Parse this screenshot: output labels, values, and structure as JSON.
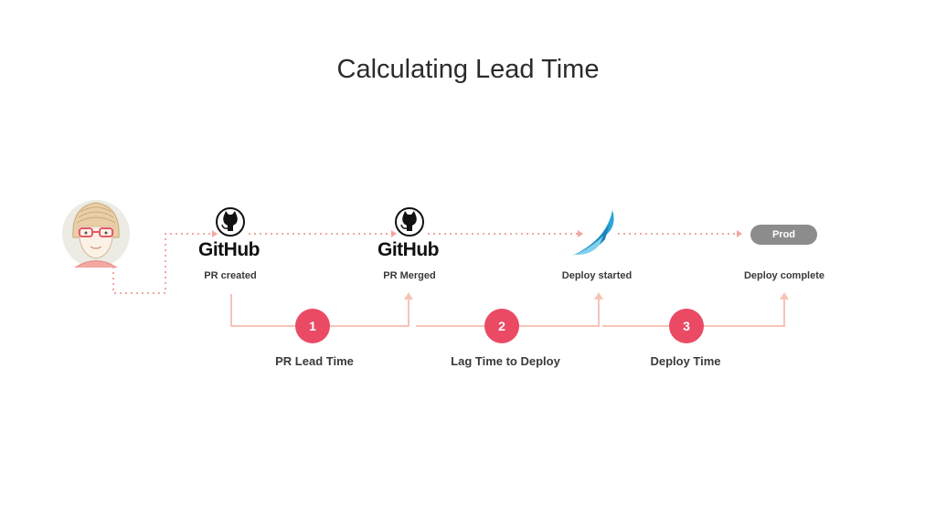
{
  "title": "Calculating Lead Time",
  "nodes": {
    "pr_created": {
      "brand": "GitHub",
      "label": "PR created"
    },
    "pr_merged": {
      "brand": "GitHub",
      "label": "PR Merged"
    },
    "deploy_started": {
      "label": "Deploy started"
    },
    "deploy_complete": {
      "badge": "Prod",
      "label": "Deploy complete"
    }
  },
  "steps": [
    {
      "number": "1",
      "label": "PR Lead Time"
    },
    {
      "number": "2",
      "label": "Lag Time to Deploy"
    },
    {
      "number": "3",
      "label": "Deploy Time"
    }
  ],
  "colors": {
    "connector": "#f6c4b6",
    "dotted": "#f2a7a0",
    "step_circle": "#ea4a64",
    "badge": "#8c8c8c",
    "avatar_bg": "#ecebe4"
  },
  "icons": {
    "user": "developer-avatar-icon",
    "github": "github-octocat-icon",
    "deploy": "deploy-wing-icon"
  }
}
